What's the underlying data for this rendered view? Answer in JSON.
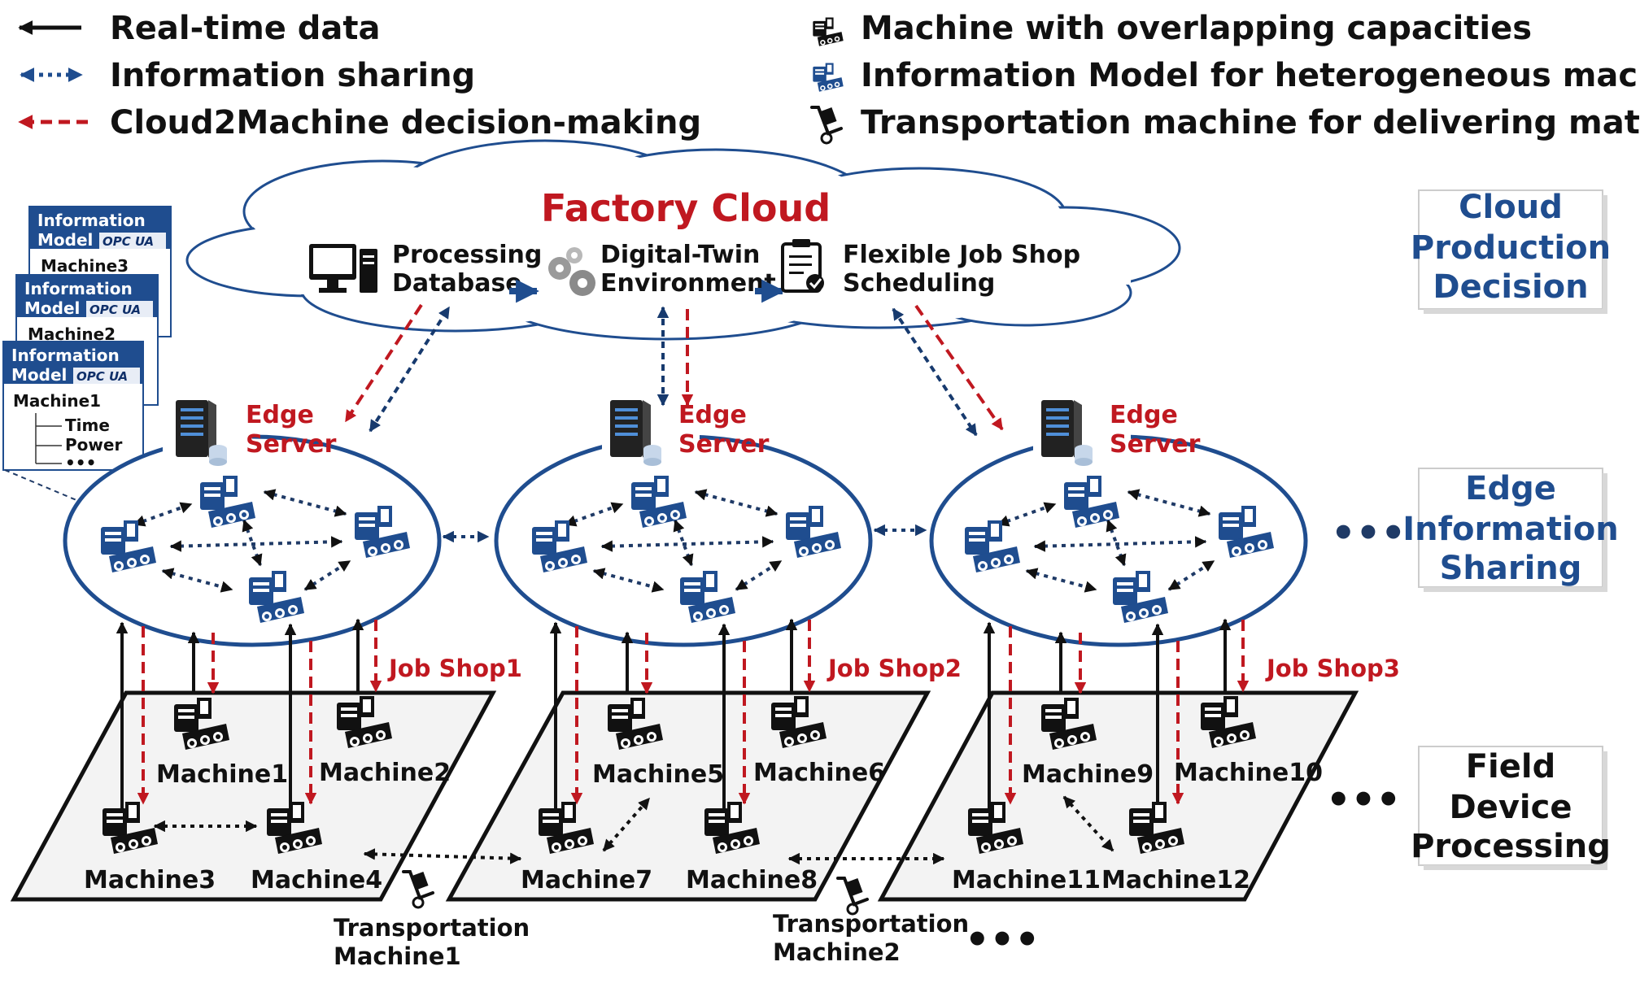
{
  "legend": {
    "left": [
      {
        "text": "Real-time data",
        "icon": "solid-black-arrow"
      },
      {
        "text": "Information sharing",
        "icon": "dotted-blue-double-arrow"
      },
      {
        "text": "Cloud2Machine decision-making",
        "icon": "dashed-red-arrow"
      }
    ],
    "right": [
      {
        "text": "Machine with overlapping capacities",
        "icon": "black-machine-icon"
      },
      {
        "text": "Information Model for heterogeneous machine",
        "icon": "blue-machine-icon"
      },
      {
        "text": "Transportation machine for delivering materials",
        "icon": "hand-truck-icon"
      }
    ]
  },
  "cloud": {
    "title": "Factory Cloud",
    "items": [
      {
        "line1": "Processing",
        "line2": "Database",
        "icon": "computer-icon"
      },
      {
        "line1": "Digital-Twin",
        "line2": "Environment",
        "icon": "gears-icon"
      },
      {
        "line1": "Flexible Job Shop",
        "line2": "Scheduling",
        "icon": "clipboard-icon"
      }
    ]
  },
  "edge_servers": [
    {
      "line1": "Edge",
      "line2": "Server"
    },
    {
      "line1": "Edge",
      "line2": "Server"
    },
    {
      "line1": "Edge",
      "line2": "Server"
    }
  ],
  "info_models": [
    {
      "header1": "Information",
      "header2": "Model",
      "badge": "OPC UA",
      "machine": "Machine3"
    },
    {
      "header1": "Information",
      "header2": "Model",
      "badge": "OPC UA",
      "machine": "Machine2"
    },
    {
      "header1": "Information",
      "header2": "Model",
      "badge": "OPC UA",
      "machine": "Machine1",
      "tree": [
        "Time",
        "Power",
        "•••"
      ]
    }
  ],
  "job_shops": [
    {
      "label": "Job Shop1",
      "machines": [
        "Machine1",
        "Machine2",
        "Machine3",
        "Machine4"
      ]
    },
    {
      "label": "Job Shop2",
      "machines": [
        "Machine5",
        "Machine6",
        "Machine7",
        "Machine8"
      ]
    },
    {
      "label": "Job Shop3",
      "machines": [
        "Machine9",
        "Machine10",
        "Machine11",
        "Machine12"
      ]
    }
  ],
  "transport": [
    {
      "line1": "Transportation",
      "line2": "Machine1"
    },
    {
      "line1": "Transportation",
      "line2": "Machine2"
    }
  ],
  "layers": [
    {
      "lines": [
        "Cloud",
        "Production",
        "Decision"
      ]
    },
    {
      "lines": [
        "Edge",
        "Information",
        "Sharing"
      ]
    },
    {
      "lines": [
        "Field",
        "Device",
        "Processing"
      ]
    }
  ],
  "ellipsis": "•••",
  "colors": {
    "navy": "#1f4d8f",
    "dark_navy": "#173a6e",
    "red": "#c01820",
    "black": "#111111",
    "plane_fill": "#f3f3f3"
  }
}
